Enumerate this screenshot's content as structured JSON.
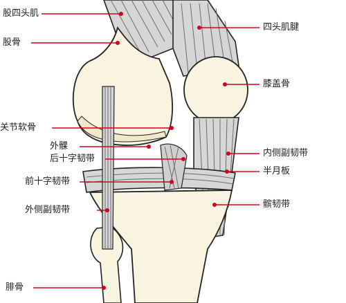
{
  "labels": {
    "quadriceps": "股四头肌",
    "femur": "股骨",
    "quadriceps_tendon": "四头肌腱",
    "patella": "膝盖骨",
    "articular_cartilage": "关节软骨",
    "lateral_condyle": "外髁",
    "posterior_cruciate": "后十字韧带",
    "medial_collateral": "内侧副韧带",
    "meniscus": "半月板",
    "anterior_cruciate": "前十字韧带",
    "patellar_ligament": "髌韧带",
    "lateral_collateral": "外侧副韧带",
    "fibula": "腓骨"
  },
  "colors": {
    "leader": "#d0021b",
    "dot": "#d0021b",
    "bone": "#f8f4e0",
    "outline": "#222222",
    "muscle": "#d6d6d6",
    "fiber": "#6a6a6a"
  }
}
